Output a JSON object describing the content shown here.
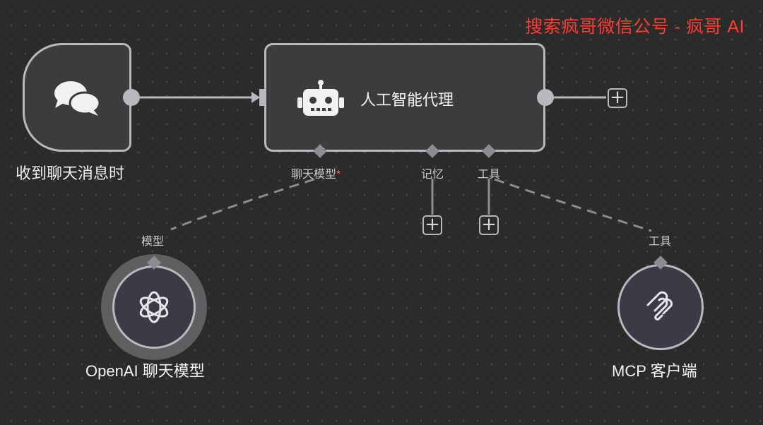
{
  "watermark": "搜索疯哥微信公号 - 疯哥 AI",
  "nodes": {
    "trigger": {
      "label": "收到聊天消息时",
      "icon": "chat-bubbles-icon"
    },
    "agent": {
      "title": "人工智能代理",
      "icon": "robot-icon",
      "ports": {
        "chat_model": "聊天模型",
        "required_mark": "*",
        "memory": "记忆",
        "tools": "工具"
      }
    },
    "openai_model": {
      "label": "OpenAI 聊天模型",
      "port": "模型",
      "icon": "openai-logo-icon"
    },
    "mcp_client": {
      "label": "MCP 客户端",
      "port": "工具",
      "icon": "mcp-logo-icon"
    }
  },
  "plus_symbol": "+",
  "colors": {
    "background": "#2b2b2c",
    "node_fill": "#3c3c3f",
    "node_border": "#b9b9bd",
    "required": "#ff5a5a",
    "watermark": "#ff3b30"
  }
}
